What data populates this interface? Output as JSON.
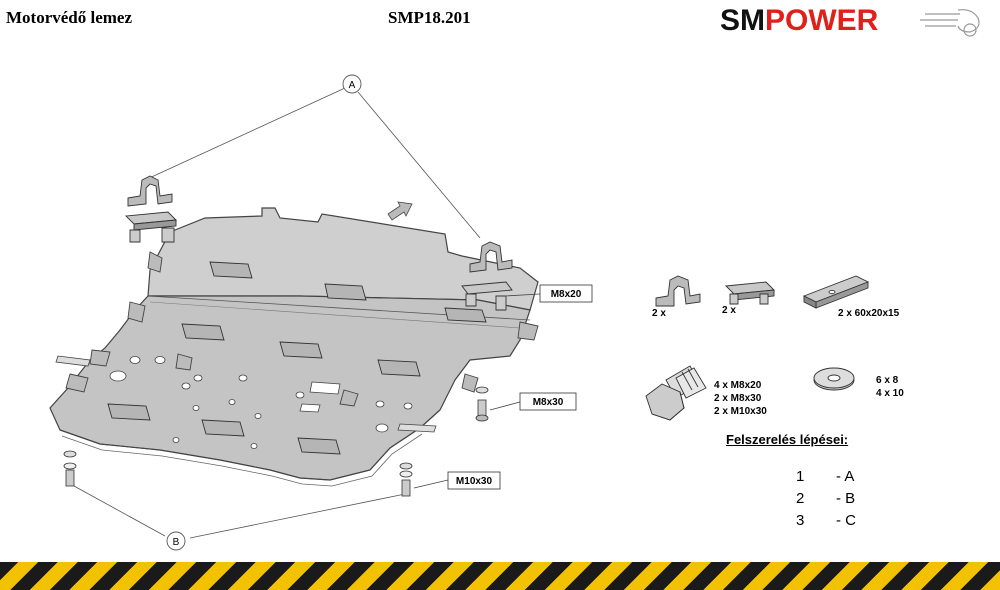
{
  "header": {
    "title": "Motorvédő lemez",
    "product_code": "SMP18.201",
    "logo_sm": "SM",
    "logo_power": "POWER"
  },
  "callouts": {
    "A": "A",
    "B": "B"
  },
  "bolt_labels": {
    "m8x20": "M8x20",
    "m8x30": "M8x30",
    "m10x30": "M10x30"
  },
  "parts": {
    "bracket_u_qty": "2 x",
    "bracket_flat_qty": "2 x",
    "spacer": "2  x   60x20x15",
    "bolts": [
      "4  x   M8x20",
      "2  x   M8x30",
      "2  x   M10x30"
    ],
    "washers": [
      "6  x   8",
      "4  x   10"
    ]
  },
  "steps": {
    "title": "Felszerelés lépései:",
    "items": [
      {
        "num": "1",
        "label": "- A"
      },
      {
        "num": "2",
        "label": "- B"
      },
      {
        "num": "3",
        "label": "- C"
      }
    ]
  },
  "colors": {
    "plate_fill": "#c9c9c9",
    "plate_stroke": "#444444",
    "logo_red": "#e0201b",
    "hazard_yellow": "#f2c200",
    "hazard_black": "#1a1a1a"
  }
}
